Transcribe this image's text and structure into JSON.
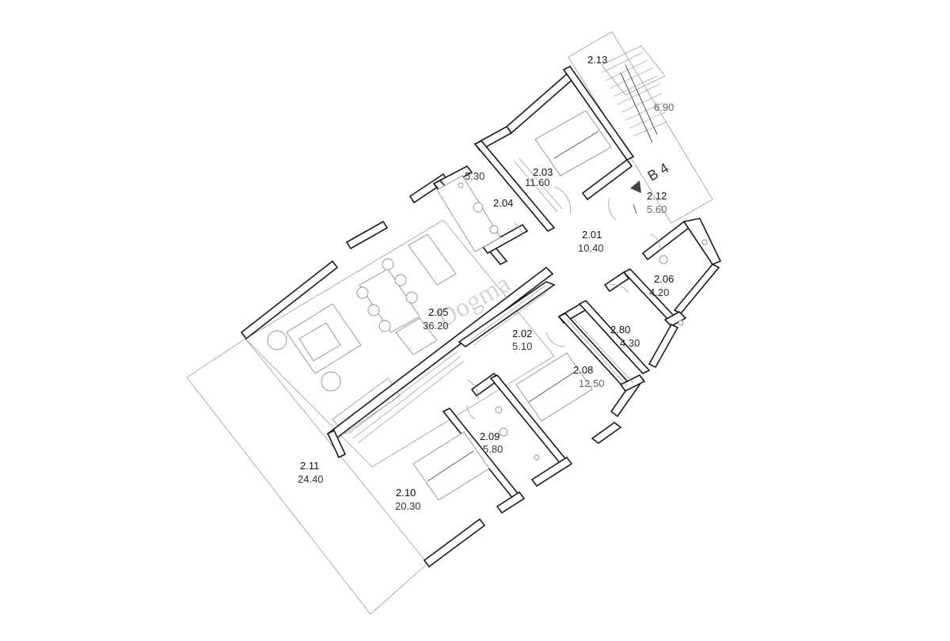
{
  "watermark": "Dogma",
  "entry_label": "B 4",
  "rooms": [
    {
      "id": "2.13",
      "area": "6.90"
    },
    {
      "id": "",
      "area": "5.30"
    },
    {
      "id": "2.03",
      "area": "11.60"
    },
    {
      "id": "2.04",
      "area": ""
    },
    {
      "id": "2.12",
      "area": "5.60"
    },
    {
      "id": "2.01",
      "area": "10.40"
    },
    {
      "id": "2.06",
      "area": "4.20"
    },
    {
      "id": "2.05",
      "area": "36.20"
    },
    {
      "id": "2.02",
      "area": "5.10"
    },
    {
      "id": "2.80",
      "area": "4.30"
    },
    {
      "id": "2.08",
      "area": "12.50"
    },
    {
      "id": "2.09",
      "area": "5.80"
    },
    {
      "id": "2.11",
      "area": "24.40"
    },
    {
      "id": "2.10",
      "area": "20.30"
    }
  ]
}
